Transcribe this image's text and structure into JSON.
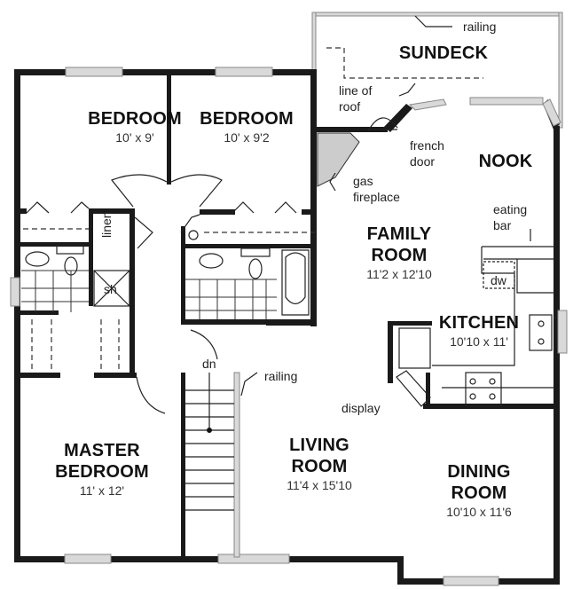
{
  "plan": {
    "rooms": {
      "bedroom1": {
        "name": "BEDROOM",
        "dims": "10' x 9'"
      },
      "bedroom2": {
        "name": "BEDROOM",
        "dims": "10' x 9'2"
      },
      "sundeck": {
        "name": "SUNDECK"
      },
      "nook": {
        "name": "NOOK"
      },
      "family": {
        "name_line1": "FAMILY",
        "name_line2": "ROOM",
        "dims": "11'2 x 12'10"
      },
      "kitchen": {
        "name": "KITCHEN",
        "dims": "10'10 x 11'"
      },
      "master": {
        "name_line1": "MASTER",
        "name_line2": "BEDROOM",
        "dims": "11' x 12'"
      },
      "living": {
        "name_line1": "LIVING",
        "name_line2": "ROOM",
        "dims": "11'4 x 15'10"
      },
      "dining": {
        "name_line1": "DINING",
        "name_line2": "ROOM",
        "dims": "10'10 x 11'6"
      }
    },
    "annotations": {
      "railing_top": "railing",
      "line_of_roof_1": "line of",
      "line_of_roof_2": "roof",
      "french_door_1": "french",
      "french_door_2": "door",
      "gas_fireplace_1": "gas",
      "gas_fireplace_2": "fireplace",
      "eating_bar_1": "eating",
      "eating_bar_2": "bar",
      "dw": "dw",
      "linen": "linen",
      "shower": "sh",
      "stairs_down": "dn",
      "railing_stairs": "railing",
      "display": "display"
    }
  }
}
